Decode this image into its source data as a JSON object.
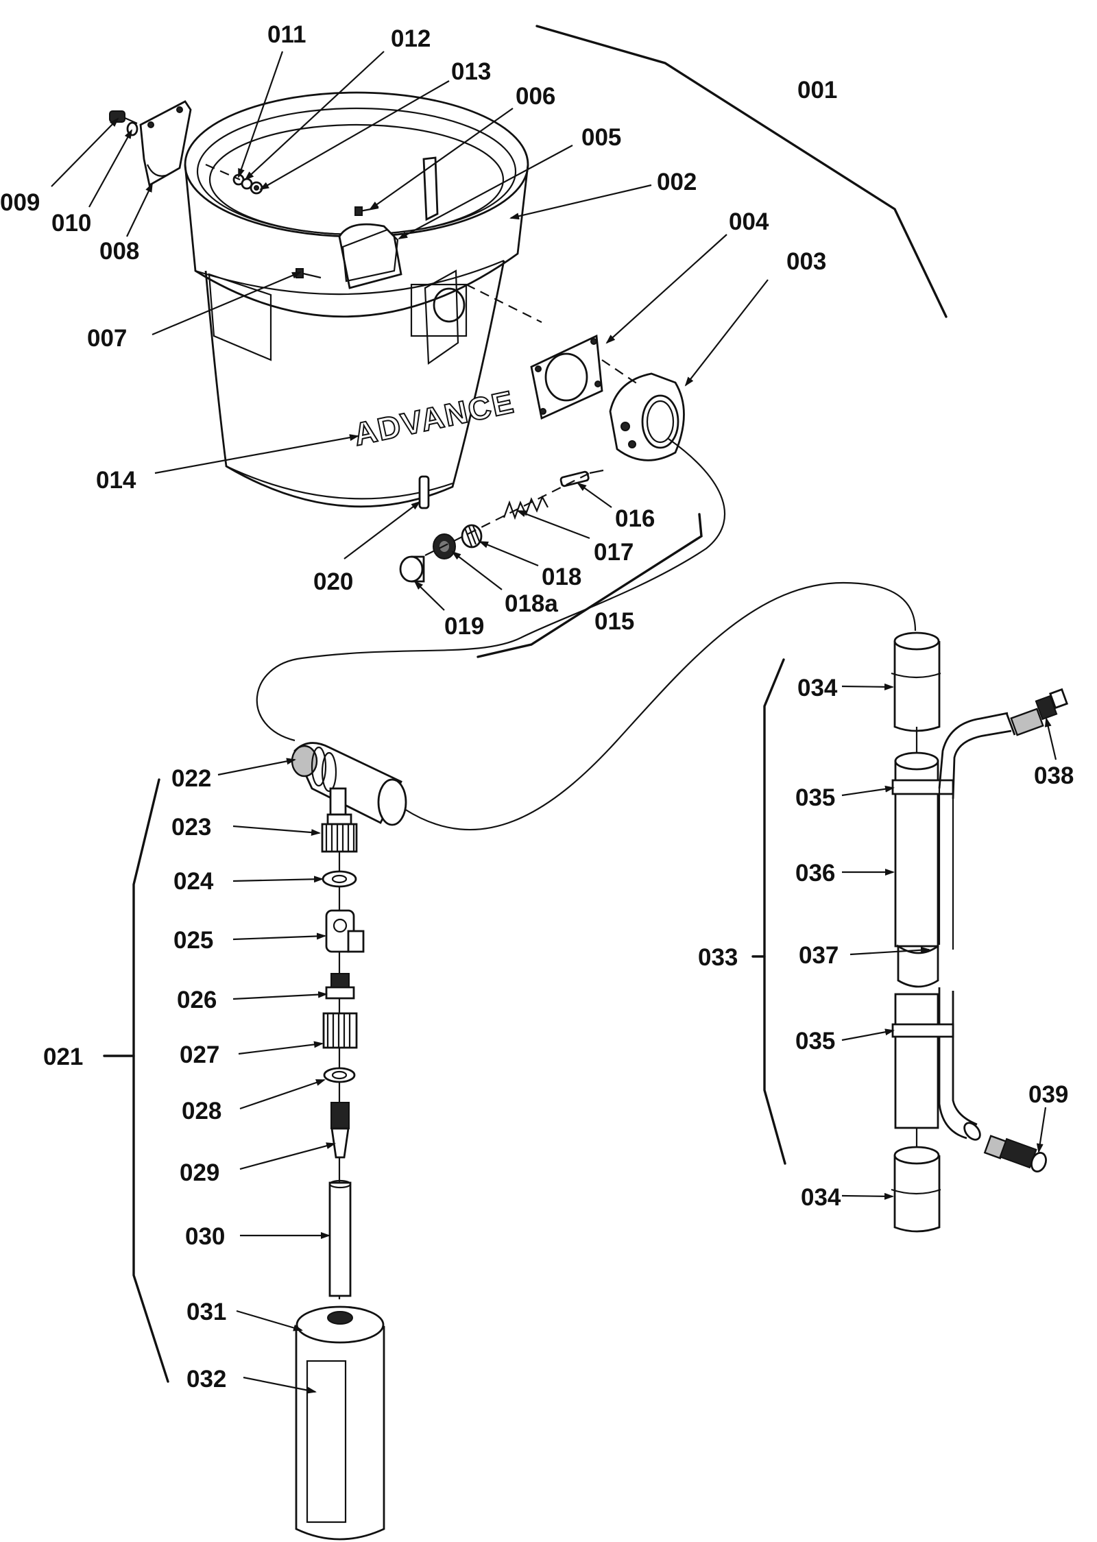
{
  "callouts": {
    "c001": "001",
    "c002": "002",
    "c003": "003",
    "c004": "004",
    "c005": "005",
    "c006": "006",
    "c007": "007",
    "c008": "008",
    "c009": "009",
    "c010": "010",
    "c011": "011",
    "c012": "012",
    "c013": "013",
    "c014": "014",
    "c015": "015",
    "c016": "016",
    "c017": "017",
    "c018": "018",
    "c018a": "018a",
    "c019": "019",
    "c020": "020",
    "c021": "021",
    "c022": "022",
    "c023": "023",
    "c024": "024",
    "c025": "025",
    "c026": "026",
    "c027": "027",
    "c028": "028",
    "c029": "029",
    "c030": "030",
    "c031": "031",
    "c032": "032",
    "c033": "033",
    "c034_top": "034",
    "c034_bottom": "034",
    "c035_top": "035",
    "c035_bottom": "035",
    "c036": "036",
    "c037": "037",
    "c038": "038",
    "c039": "039"
  },
  "tank_logo": "ADVANCE"
}
